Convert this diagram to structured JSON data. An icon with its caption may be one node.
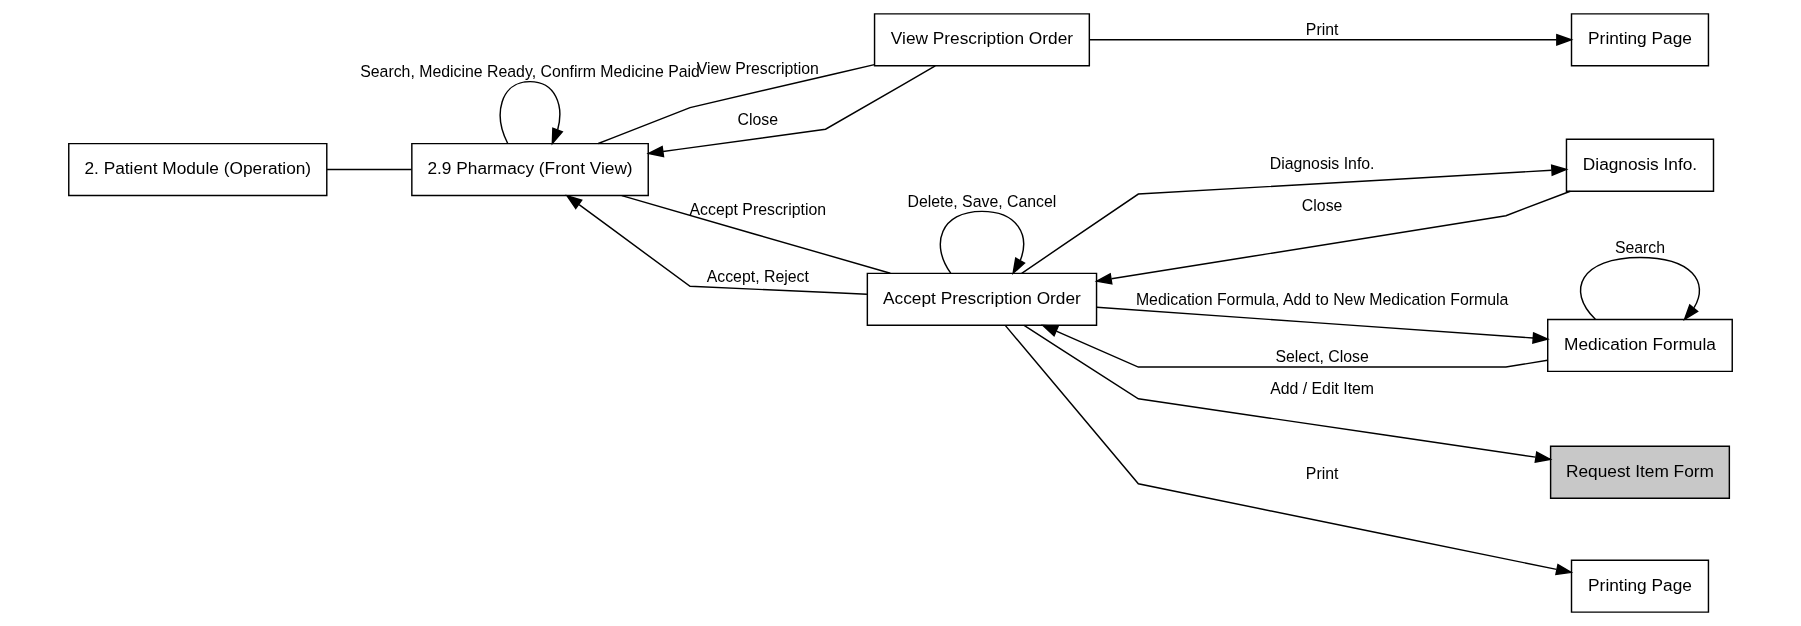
{
  "diagram": {
    "nodes": [
      {
        "text": [
          "2. Patient Module (Operation)"
        ]
      },
      {
        "text": [
          "2.9 Pharmacy (Front View)"
        ]
      },
      {
        "text": [
          "View Prescription Order"
        ]
      },
      {
        "text": [
          "Printing Page"
        ]
      },
      {
        "text": [
          "Accept Prescription Order"
        ]
      },
      {
        "text": [
          "Diagnosis Info."
        ]
      },
      {
        "text": [
          "Medication Formula"
        ]
      },
      {
        "text": [
          "Request Item Form"
        ]
      },
      {
        "text": [
          "Printing Page"
        ]
      }
    ],
    "edges": [
      {
        "from": 0,
        "to": 1,
        "arrow": "none"
      },
      {
        "from": 1,
        "to": 1,
        "arrow": "to",
        "label": "Search, Medicine Ready, Confirm Medicine Paid"
      },
      {
        "from": 1,
        "to": 2,
        "arrow": "none",
        "label": "View Prescription"
      },
      {
        "from": 2,
        "to": 3,
        "arrow": "to",
        "label": "Print"
      },
      {
        "from": 2,
        "to": 1,
        "arrow": "to",
        "label": "Close"
      },
      {
        "from": 1,
        "to": 4,
        "arrow": "none",
        "label": "Accept Prescription"
      },
      {
        "from": 4,
        "to": 4,
        "arrow": "to",
        "label": "Delete, Save, Cancel"
      },
      {
        "from": 4,
        "to": 1,
        "arrow": "to",
        "label": "Accept, Reject"
      },
      {
        "from": 4,
        "to": 5,
        "arrow": "to",
        "label": "Diagnosis Info."
      },
      {
        "from": 5,
        "to": 4,
        "arrow": "to",
        "label": "Close"
      },
      {
        "from": 4,
        "to": 6,
        "arrow": "to",
        "label": "Medication Formula, Add to New Medication Formula"
      },
      {
        "from": 6,
        "to": 6,
        "arrow": "to",
        "label": "Search"
      },
      {
        "from": 6,
        "to": 4,
        "arrow": "to",
        "label": "Select, Close"
      },
      {
        "from": 4,
        "to": 7,
        "arrow": "to",
        "label": "Add / Edit Item"
      },
      {
        "from": 4,
        "to": 8,
        "arrow": "to",
        "label": "Print"
      }
    ]
  }
}
